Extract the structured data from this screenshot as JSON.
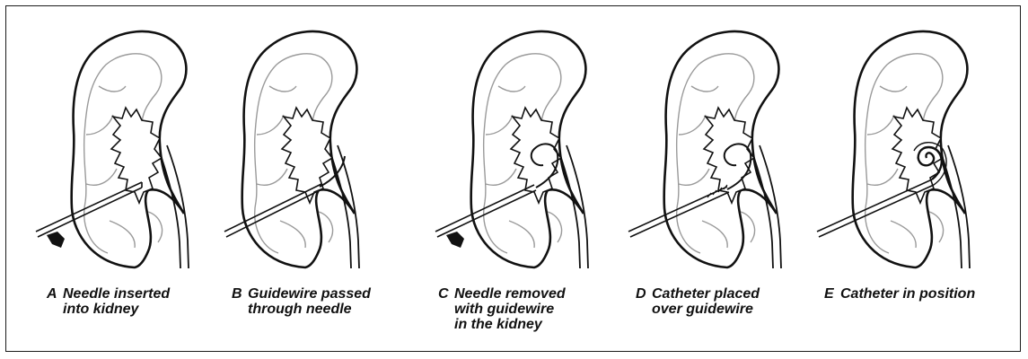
{
  "panels": [
    {
      "letter": "A",
      "line1": "Needle inserted",
      "line2": "into kidney",
      "line3": ""
    },
    {
      "letter": "B",
      "line1": "Guidewire passed",
      "line2": "through needle",
      "line3": ""
    },
    {
      "letter": "C",
      "line1": "Needle removed",
      "line2": "with guidewire",
      "line3": "in the kidney"
    },
    {
      "letter": "D",
      "line1": "Catheter placed",
      "line2": "over guidewire",
      "line3": ""
    },
    {
      "letter": "E",
      "line1": "Catheter in position",
      "line2": "",
      "line3": ""
    }
  ],
  "colors": {
    "ink": "#111111",
    "pelvis_gray": "#9a9a9a",
    "background": "#ffffff"
  }
}
